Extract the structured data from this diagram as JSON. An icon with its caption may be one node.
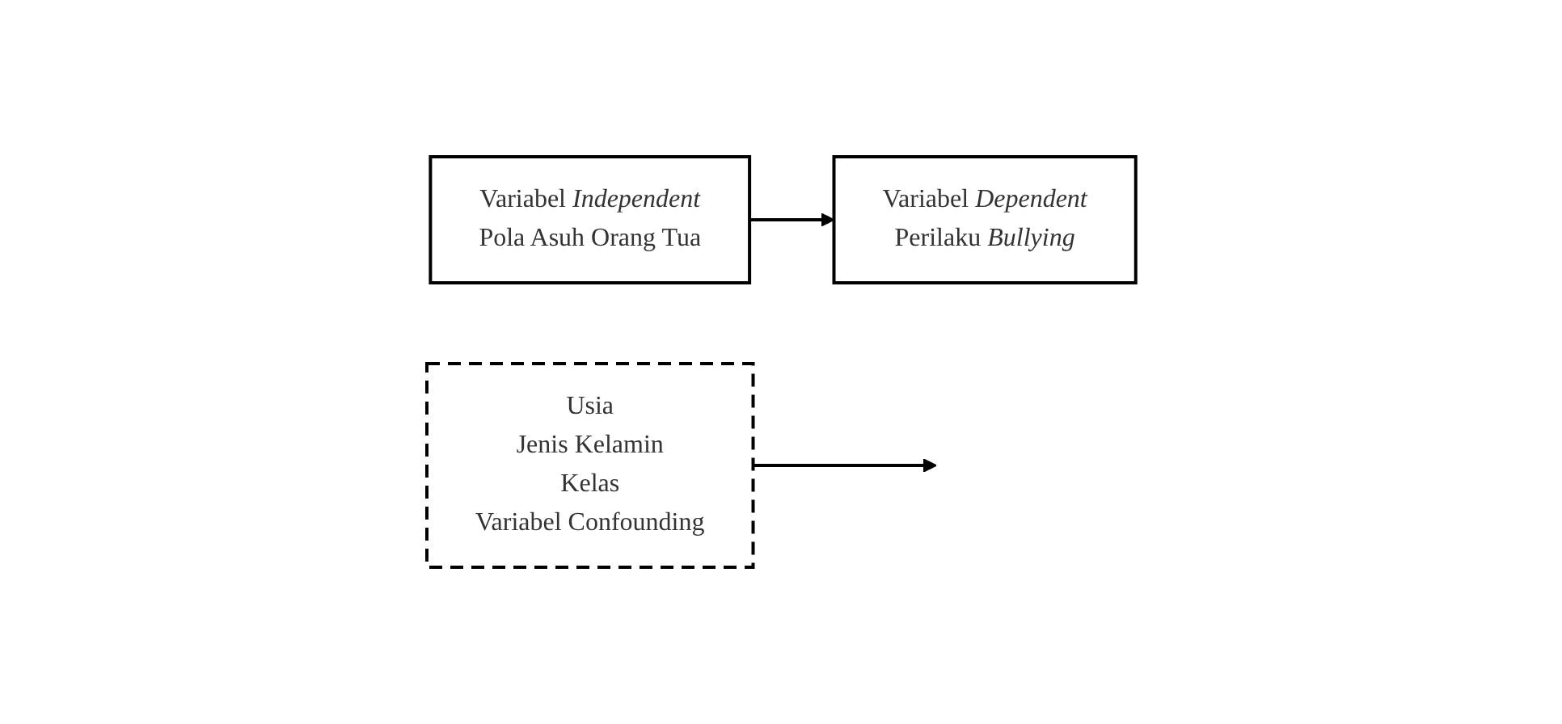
{
  "diagram": {
    "nodes": [
      {
        "text": [
          "Variabel *Independent*",
          "Pola Asuh Orang Tua"
        ]
      },
      {
        "text": [
          "Variabel *Dependent*",
          "Perilaku *Bullying*"
        ]
      },
      {
        "text": [
          "Usia",
          "Jenis Kelamin",
          "Kelas",
          "Variabel Confounding"
        ]
      }
    ],
    "edges": [
      {
        "from": 0,
        "to": 1,
        "arrow": "to"
      },
      {
        "from": 2,
        "to": null,
        "arrow": "to"
      }
    ]
  }
}
